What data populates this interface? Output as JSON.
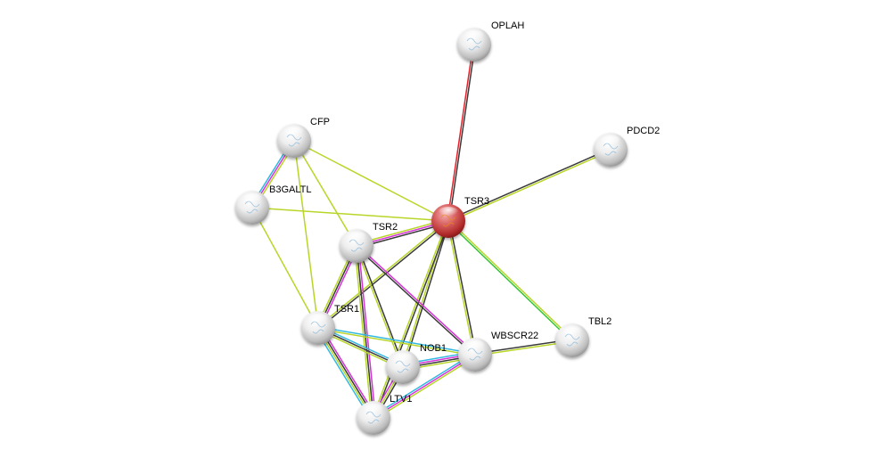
{
  "title": "Protein interaction network",
  "colors": {
    "red": "#e8202a",
    "black": "#3a3a3a",
    "yellowgreen": "#b8d62a",
    "magenta": "#d633d6",
    "cyan": "#33b8e0",
    "green": "#33c433",
    "node_default": "#d8d8d8",
    "node_query": "#c83a3a"
  },
  "nodes": [
    {
      "id": "OPLAH",
      "label": "OPLAH",
      "query": false
    },
    {
      "id": "CFP",
      "label": "CFP",
      "query": false
    },
    {
      "id": "PDCD2",
      "label": "PDCD2",
      "query": false
    },
    {
      "id": "B3GALTL",
      "label": "B3GALTL",
      "query": false
    },
    {
      "id": "TSR3",
      "label": "TSR3",
      "query": true
    },
    {
      "id": "TSR2",
      "label": "TSR2",
      "query": false
    },
    {
      "id": "TSR1",
      "label": "TSR1",
      "query": false
    },
    {
      "id": "NOB1",
      "label": "NOB1",
      "query": false
    },
    {
      "id": "WBSCR22",
      "label": "WBSCR22",
      "query": false
    },
    {
      "id": "TBL2",
      "label": "TBL2",
      "query": false
    },
    {
      "id": "LTV1",
      "label": "LTV1",
      "query": false
    }
  ],
  "edges": [
    {
      "source": "TSR3",
      "target": "OPLAH",
      "evidence": [
        "red",
        "black"
      ]
    },
    {
      "source": "TSR3",
      "target": "PDCD2",
      "evidence": [
        "black",
        "yellowgreen"
      ]
    },
    {
      "source": "TSR3",
      "target": "TBL2",
      "evidence": [
        "yellowgreen",
        "green"
      ]
    },
    {
      "source": "TSR3",
      "target": "B3GALTL",
      "evidence": [
        "yellowgreen"
      ]
    },
    {
      "source": "TSR3",
      "target": "CFP",
      "evidence": [
        "yellowgreen"
      ]
    },
    {
      "source": "TSR3",
      "target": "TSR2",
      "evidence": [
        "black",
        "magenta",
        "yellowgreen"
      ]
    },
    {
      "source": "TSR3",
      "target": "TSR1",
      "evidence": [
        "black",
        "yellowgreen"
      ]
    },
    {
      "source": "TSR3",
      "target": "NOB1",
      "evidence": [
        "black",
        "yellowgreen"
      ]
    },
    {
      "source": "TSR3",
      "target": "LTV1",
      "evidence": [
        "black",
        "yellowgreen"
      ]
    },
    {
      "source": "TSR3",
      "target": "WBSCR22",
      "evidence": [
        "black",
        "yellowgreen"
      ]
    },
    {
      "source": "CFP",
      "target": "B3GALTL",
      "evidence": [
        "yellowgreen",
        "magenta",
        "cyan"
      ]
    },
    {
      "source": "CFP",
      "target": "TSR1",
      "evidence": [
        "yellowgreen"
      ]
    },
    {
      "source": "CFP",
      "target": "TSR2",
      "evidence": [
        "yellowgreen"
      ]
    },
    {
      "source": "B3GALTL",
      "target": "TSR1",
      "evidence": [
        "yellowgreen"
      ]
    },
    {
      "source": "TSR2",
      "target": "TSR1",
      "evidence": [
        "magenta",
        "black",
        "yellowgreen"
      ]
    },
    {
      "source": "TSR2",
      "target": "LTV1",
      "evidence": [
        "magenta",
        "black",
        "yellowgreen"
      ]
    },
    {
      "source": "TSR2",
      "target": "NOB1",
      "evidence": [
        "black",
        "yellowgreen"
      ]
    },
    {
      "source": "TSR2",
      "target": "WBSCR22",
      "evidence": [
        "magenta",
        "black"
      ]
    },
    {
      "source": "TSR1",
      "target": "NOB1",
      "evidence": [
        "cyan",
        "black",
        "yellowgreen"
      ]
    },
    {
      "source": "TSR1",
      "target": "LTV1",
      "evidence": [
        "magenta",
        "black",
        "yellowgreen",
        "cyan"
      ]
    },
    {
      "source": "TSR1",
      "target": "WBSCR22",
      "evidence": [
        "cyan",
        "yellowgreen"
      ]
    },
    {
      "source": "NOB1",
      "target": "LTV1",
      "evidence": [
        "black",
        "yellowgreen",
        "magenta"
      ]
    },
    {
      "source": "NOB1",
      "target": "WBSCR22",
      "evidence": [
        "cyan",
        "magenta",
        "black",
        "yellowgreen"
      ]
    },
    {
      "source": "LTV1",
      "target": "WBSCR22",
      "evidence": [
        "cyan",
        "magenta",
        "yellowgreen"
      ]
    },
    {
      "source": "WBSCR22",
      "target": "TBL2",
      "evidence": [
        "black",
        "yellowgreen"
      ]
    }
  ]
}
